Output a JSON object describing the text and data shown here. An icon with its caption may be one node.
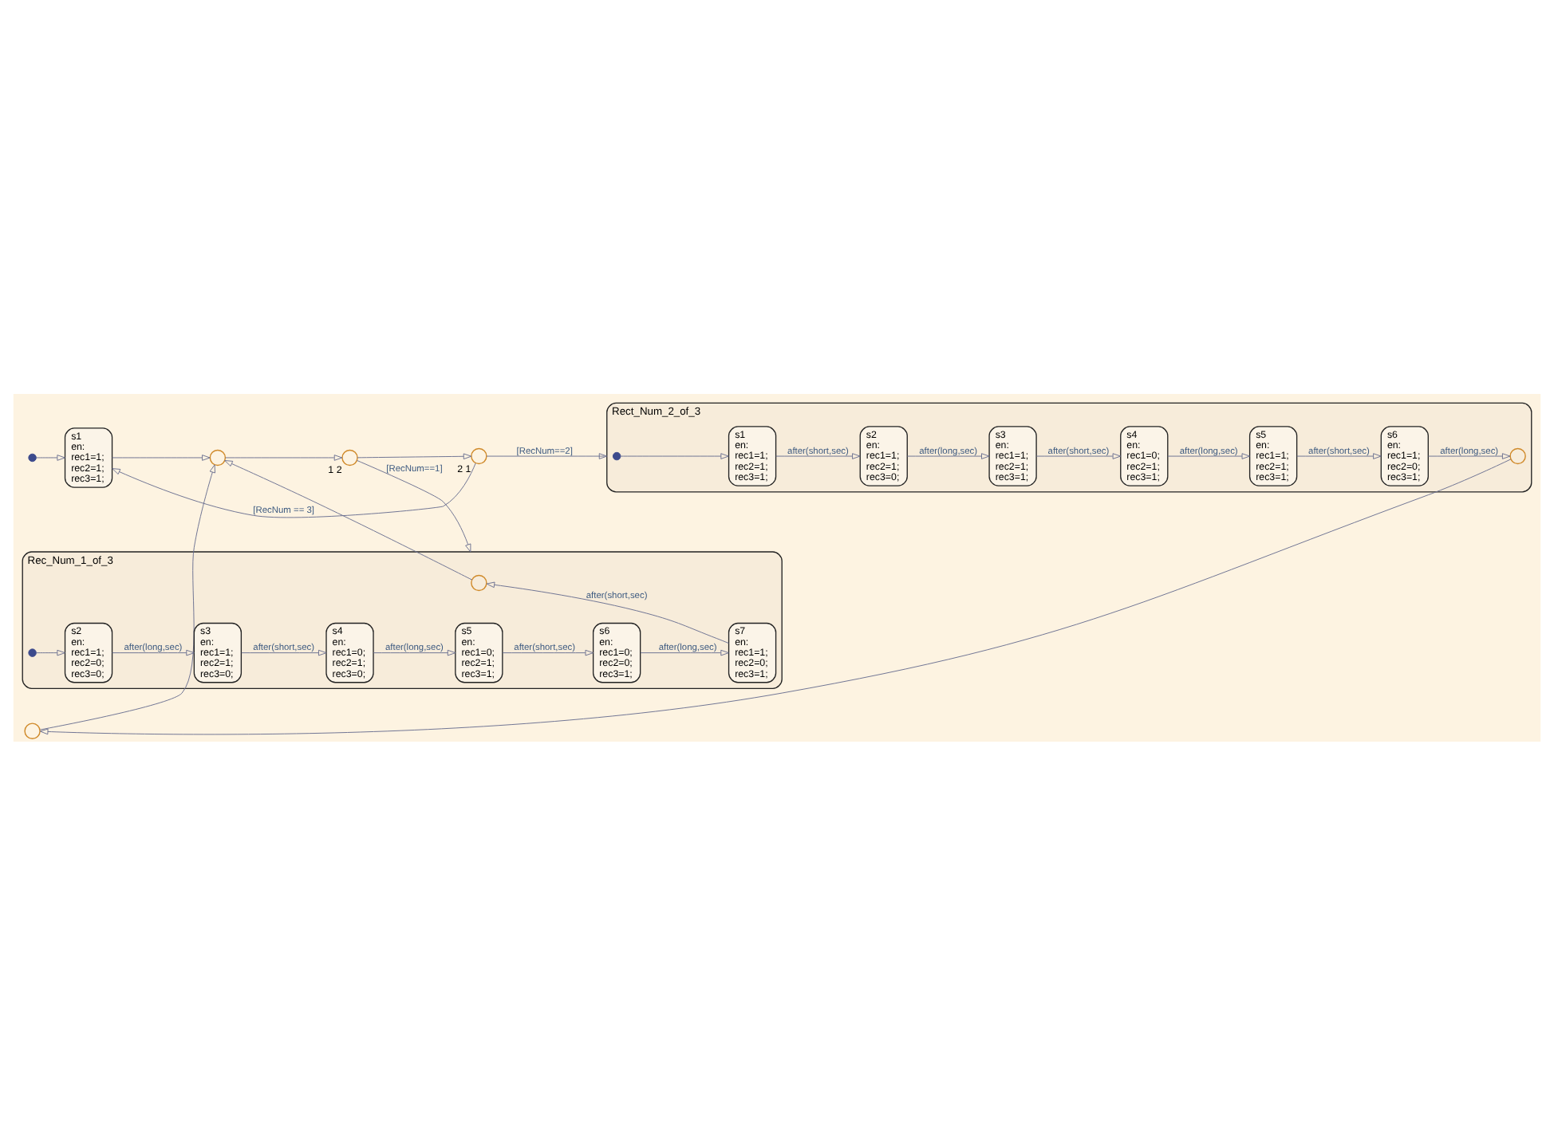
{
  "diagram": {
    "nodes": [
      {
        "text": [],
        "shape": "circle"
      },
      {
        "text": [
          "s1",
          "en:",
          "rec1=1;",
          "rec2=1;",
          "rec3=1;"
        ]
      },
      {
        "text": [],
        "shape": "circle"
      },
      {
        "text": [],
        "shape": "circle",
        "beside": [
          "1",
          "2"
        ]
      },
      {
        "text": [],
        "shape": "circle",
        "beside": [
          "2",
          "1"
        ]
      },
      {
        "text": [],
        "shape": "circle"
      },
      {
        "text": [
          "Rec_Num_1_of_3"
        ]
      },
      {
        "text": [],
        "shape": "circle",
        "in": 6
      },
      {
        "text": [],
        "shape": "circle",
        "in": 6
      },
      {
        "text": [
          "s2",
          "en:",
          "rec1=1;",
          "rec2=0;",
          "rec3=0;"
        ],
        "in": 6
      },
      {
        "text": [
          "s3",
          "en:",
          "rec1=1;",
          "rec2=1;",
          "rec3=0;"
        ],
        "in": 6
      },
      {
        "text": [
          "s4",
          "en:",
          "rec1=0;",
          "rec2=1;",
          "rec3=0;"
        ],
        "in": 6
      },
      {
        "text": [
          "s5",
          "en:",
          "rec1=0;",
          "rec2=1;",
          "rec3=1;"
        ],
        "in": 6
      },
      {
        "text": [
          "s6",
          "en:",
          "rec1=0;",
          "rec2=0;",
          "rec3=1;"
        ],
        "in": 6
      },
      {
        "text": [
          "s7",
          "en:",
          "rec1=1;",
          "rec2=0;",
          "rec3=1;"
        ],
        "in": 6
      },
      {
        "text": [
          "Rect_Num_2_of_3"
        ]
      },
      {
        "text": [],
        "shape": "circle",
        "in": 15
      },
      {
        "text": [
          "s1",
          "en:",
          "rec1=1;",
          "rec2=1;",
          "rec3=1;"
        ],
        "in": 15
      },
      {
        "text": [
          "s2",
          "en:",
          "rec1=1;",
          "rec2=1;",
          "rec3=0;"
        ],
        "in": 15
      },
      {
        "text": [
          "s3",
          "en:",
          "rec1=1;",
          "rec2=1;",
          "rec3=1;"
        ],
        "in": 15
      },
      {
        "text": [
          "s4",
          "en:",
          "rec1=0;",
          "rec2=1;",
          "rec3=1;"
        ],
        "in": 15
      },
      {
        "text": [
          "s5",
          "en:",
          "rec1=1;",
          "rec2=1;",
          "rec3=1;"
        ],
        "in": 15
      },
      {
        "text": [
          "s6",
          "en:",
          "rec1=1;",
          "rec2=0;",
          "rec3=1;"
        ],
        "in": 15
      },
      {
        "text": [],
        "shape": "circle",
        "in": 15
      }
    ],
    "edges": [
      {
        "from": 0,
        "to": 1,
        "arrow": "to"
      },
      {
        "from": 1,
        "to": 2,
        "arrow": "to"
      },
      {
        "from": 7,
        "to": 2,
        "arrow": "to"
      },
      {
        "from": 5,
        "to": 2,
        "arrow": "to"
      },
      {
        "from": 2,
        "to": 3,
        "arrow": "to"
      },
      {
        "from": 3,
        "to": 6,
        "arrow": "to",
        "label": "[RecNum==1]"
      },
      {
        "from": 3,
        "to": 4,
        "arrow": "to"
      },
      {
        "from": 4,
        "to": 15,
        "arrow": "to",
        "label": "[RecNum==2]"
      },
      {
        "from": 4,
        "to": 1,
        "arrow": "to",
        "label": "[RecNum == 3]"
      },
      {
        "from": 8,
        "to": 9,
        "arrow": "to"
      },
      {
        "from": 9,
        "to": 10,
        "arrow": "to",
        "label": "after(long,sec)"
      },
      {
        "from": 10,
        "to": 11,
        "arrow": "to",
        "label": "after(short,sec)"
      },
      {
        "from": 11,
        "to": 12,
        "arrow": "to",
        "label": "after(long,sec)"
      },
      {
        "from": 12,
        "to": 13,
        "arrow": "to",
        "label": "after(short,sec)"
      },
      {
        "from": 13,
        "to": 14,
        "arrow": "to",
        "label": "after(long,sec)"
      },
      {
        "from": 14,
        "to": 7,
        "arrow": "to",
        "label": "after(short,sec)"
      },
      {
        "from": 16,
        "to": 17,
        "arrow": "to"
      },
      {
        "from": 17,
        "to": 18,
        "arrow": "to",
        "label": "after(short,sec)"
      },
      {
        "from": 18,
        "to": 19,
        "arrow": "to",
        "label": "after(long,sec)"
      },
      {
        "from": 19,
        "to": 20,
        "arrow": "to",
        "label": "after(short,sec)"
      },
      {
        "from": 20,
        "to": 21,
        "arrow": "to",
        "label": "after(long,sec)"
      },
      {
        "from": 21,
        "to": 22,
        "arrow": "to",
        "label": "after(short,sec)"
      },
      {
        "from": 22,
        "to": 23,
        "arrow": "to",
        "label": "after(long,sec)"
      },
      {
        "from": 23,
        "to": 5,
        "arrow": "to"
      }
    ]
  }
}
